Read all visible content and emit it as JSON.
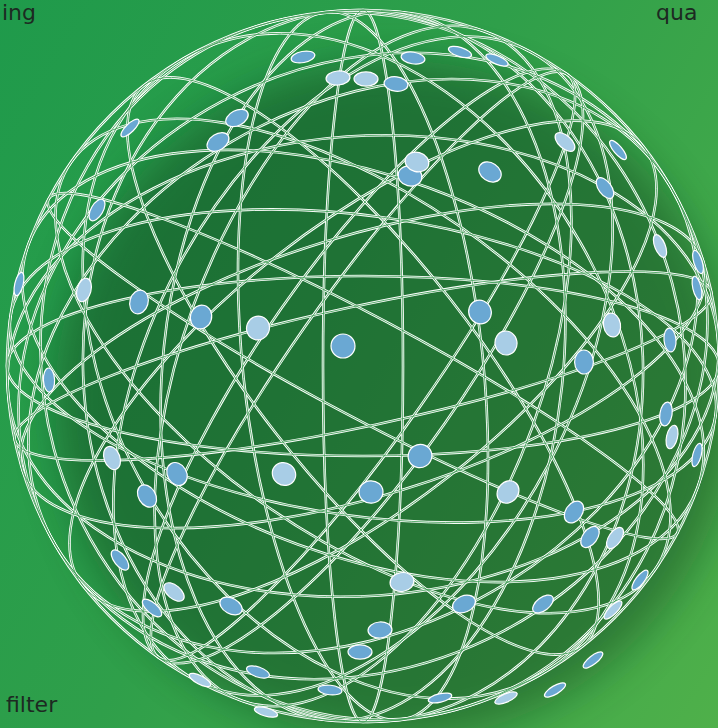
{
  "diagram": {
    "labels": [
      "ing",
      "qua",
      "filter"
    ]
  }
}
